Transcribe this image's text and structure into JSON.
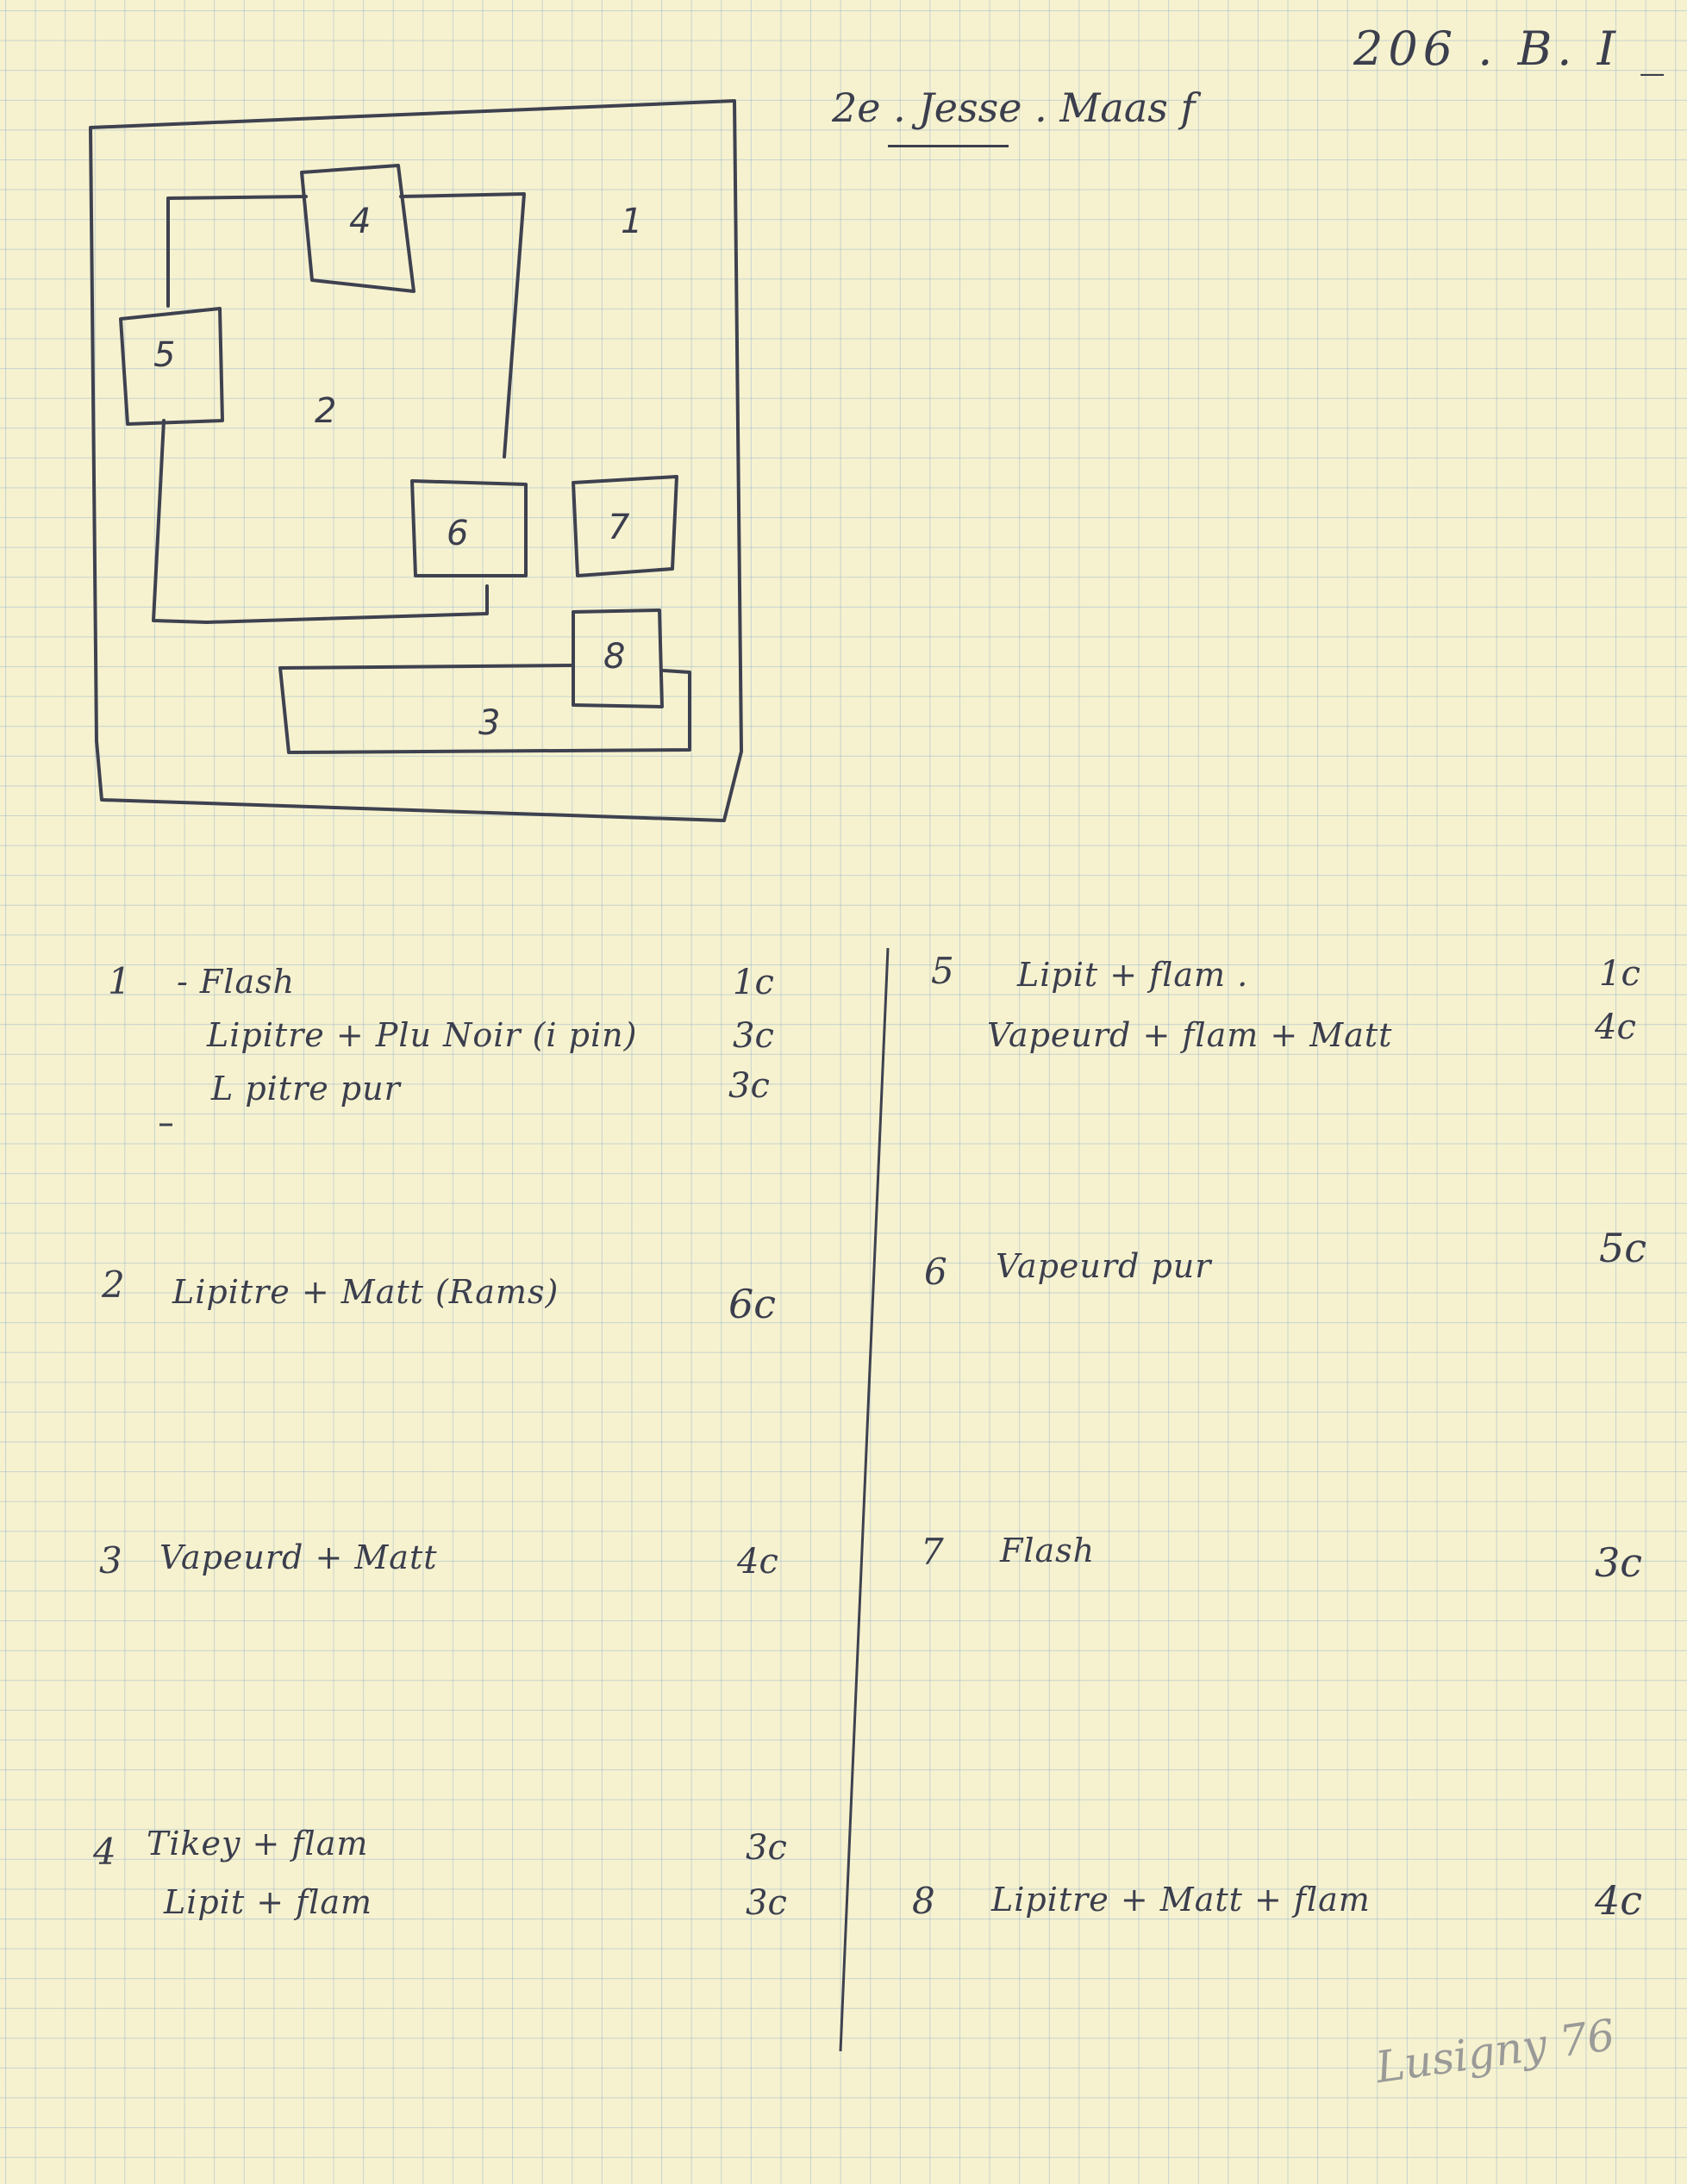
{
  "header": {
    "ref": "206 . B. I _",
    "title": "2e . Jesse . Maas f"
  },
  "sketch": {
    "rooms": [
      {
        "id": "1",
        "label": "1"
      },
      {
        "id": "2",
        "label": "2"
      },
      {
        "id": "3",
        "label": "3"
      },
      {
        "id": "4",
        "label": "4"
      },
      {
        "id": "5",
        "label": "5"
      },
      {
        "id": "6",
        "label": "6"
      },
      {
        "id": "7",
        "label": "7"
      },
      {
        "id": "8",
        "label": "8"
      }
    ]
  },
  "left_column": [
    {
      "num": "1",
      "lines": [
        {
          "text": "- Flash",
          "qty": "1c"
        },
        {
          "text": "Lipitre + Plu Noir (i pin)",
          "qty": "3c"
        },
        {
          "text": "L pitre pur",
          "qty": "3c"
        }
      ]
    },
    {
      "num": "2",
      "lines": [
        {
          "text": "Lipitre + Matt (Rams)",
          "qty": "6c"
        }
      ]
    },
    {
      "num": "3",
      "lines": [
        {
          "text": "Vapeurd + Matt",
          "qty": "4c"
        }
      ]
    },
    {
      "num": "4",
      "lines": [
        {
          "text": "Tikey + flam",
          "qty": "3c"
        },
        {
          "text": "Lipit + flam",
          "qty": "3c"
        }
      ]
    }
  ],
  "right_column": [
    {
      "num": "5",
      "lines": [
        {
          "text": "Lipit + flam .",
          "qty": "1c"
        },
        {
          "text": "Vapeurd + flam + Matt",
          "qty": "4c"
        }
      ]
    },
    {
      "num": "6",
      "lines": [
        {
          "text": "Vapeurd pur",
          "qty": "5c"
        }
      ]
    },
    {
      "num": "7",
      "lines": [
        {
          "text": "Flash",
          "qty": "3c"
        }
      ]
    },
    {
      "num": "8",
      "lines": [
        {
          "text": "Lipitre + Matt + flam",
          "qty": "4c"
        }
      ]
    }
  ],
  "footer": {
    "stamp": "Lusigny 76"
  }
}
